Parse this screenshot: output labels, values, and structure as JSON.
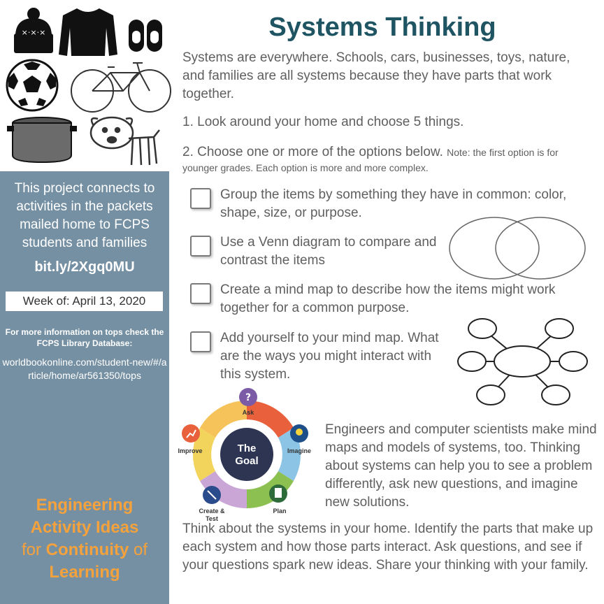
{
  "header": {
    "title": "Systems Thinking"
  },
  "intro": "Systems are everywhere. Schools, cars, businesses, toys, nature, and families are all systems because they have parts that work together.",
  "steps": {
    "one": "1. Look around your home and choose 5 things.",
    "two": "2. Choose one or more of the options below.",
    "two_note": "Note: the first option is for younger grades. Each option is more and more complex."
  },
  "options": [
    {
      "label": "Group the items by something they have in common: color, shape, size, or purpose."
    },
    {
      "label": "Use a Venn diagram to compare and contrast the items"
    },
    {
      "label": "Create a mind map to describe how the items might work together for a common purpose."
    },
    {
      "label": "Add yourself to your mind map. What are the ways you might interact with this system."
    }
  ],
  "cycle": {
    "center_line1": "The",
    "center_line2": "Goal",
    "stages": [
      "Ask",
      "Imagine",
      "Plan",
      "Create &",
      "Test",
      "Improve"
    ]
  },
  "engineers_text": "Engineers and computer scientists make mind maps and models of systems, too. Thinking about systems can help you to see a problem differently, ask new questions, and imagine new solutions.",
  "think_text": "Think about the systems in your home. Identify the parts that make up each system and how those parts interact. Ask questions, and see if your questions spark new ideas. Share your thinking with your family.",
  "sidebar": {
    "intro": "This project connects to activities in the packets mailed home to FCPS students and families",
    "link": "bit.ly/2Xgq0MU",
    "week": "Week of: April 13, 2020",
    "more_info": "For more information on tops check the FCPS Library Database:",
    "url": "worldbookonline.com/student-new/#/article/home/ar561350/tops",
    "footer": {
      "line1": "Engineering",
      "line2": "Activity Ideas",
      "for": "for",
      "continuity": "Continuity",
      "of": "of",
      "line4": "Learning"
    }
  },
  "colors": {
    "sidebar_bg": "#7590a3",
    "title": "#1f5563",
    "accent_orange": "#f5a23c",
    "cycle_ask": "#e8603c",
    "cycle_imagine": "#8cc4e6",
    "cycle_plan": "#8cc152",
    "cycle_create": "#c9a6d6",
    "cycle_improve": "#f2d45c",
    "goal_center": "#2d3553"
  }
}
